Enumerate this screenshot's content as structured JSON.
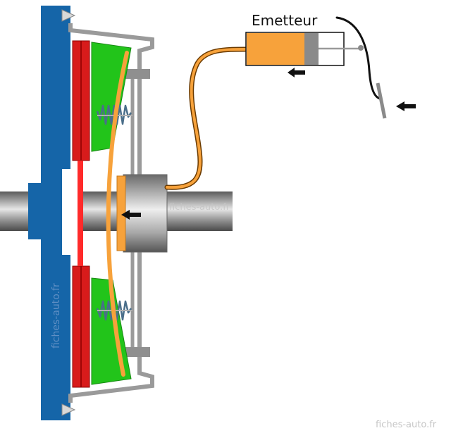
{
  "labels": {
    "emitter": "Emetteur",
    "watermark_center": "fiches-auto.fr",
    "watermark_vertical": "fiches-auto.fr",
    "watermark_corner": "fiches-auto.fr"
  },
  "colors": {
    "flywheel": "#1565a8",
    "friction_disc": "#e01b1b",
    "pressure_plate": "#22c41a",
    "diaphragm_and_hose": "#f7a23b",
    "cover": "#9a9a9a",
    "spring": "#4a6e8a",
    "arrow": "#111111",
    "watermark": "#c6c6c6"
  },
  "icons": [
    "arrow-left-icon"
  ]
}
